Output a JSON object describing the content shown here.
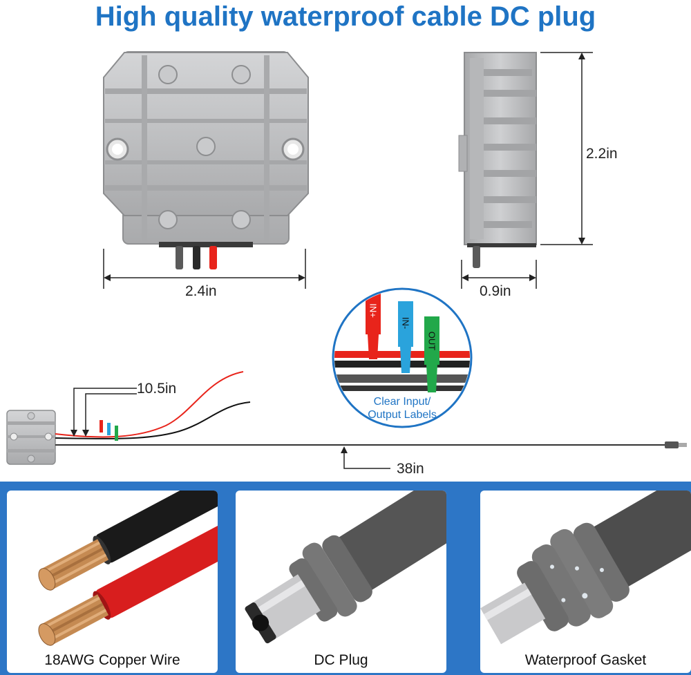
{
  "title": "High quality waterproof cable DC plug",
  "dimensions": {
    "width": "2.4in",
    "depth": "0.9in",
    "height": "2.2in",
    "short_lead": "10.5in",
    "long_lead": "38in"
  },
  "wire_labels": {
    "in_plus": "IN+",
    "in_minus": "IN-",
    "out": "OUT"
  },
  "callout": {
    "line1": "Clear Input/",
    "line2": "Output Labels"
  },
  "features": [
    {
      "label": "18AWG Copper Wire"
    },
    {
      "label": "DC Plug"
    },
    {
      "label": "Waterproof Gasket"
    }
  ],
  "colors": {
    "brand_blue": "#1f74c4",
    "band_blue": "#2d76c6",
    "wire_red": "#e8241b",
    "label_blue": "#2aa3dc",
    "label_green": "#22a84a",
    "housing_gray": "#bcbdbf"
  }
}
